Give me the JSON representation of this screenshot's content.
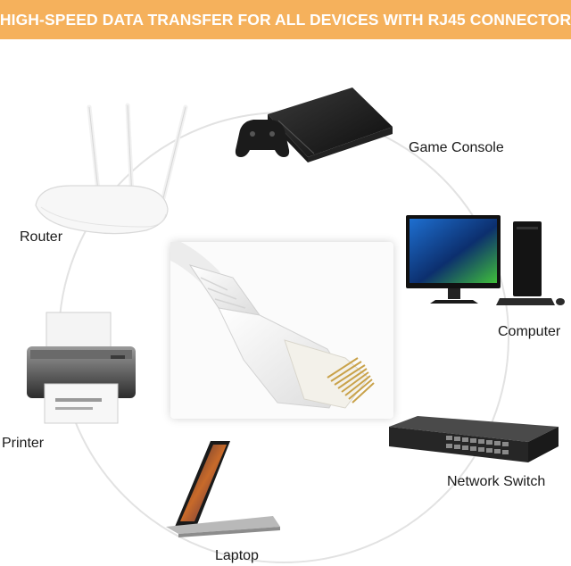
{
  "banner": {
    "title": "HIGH-SPEED DATA TRANSFER FOR ALL DEVICES WITH RJ45 CONNECTOR"
  },
  "devices": {
    "game_console": "Game Console",
    "router": "Router",
    "computer": "Computer",
    "printer": "Printer",
    "network_switch": "Network Switch",
    "laptop": "Laptop"
  },
  "colors": {
    "banner_bg": "#f5b15c",
    "banner_text": "#ffffff",
    "ring": "#e2e2e2"
  },
  "icons": [
    "ethernet-cable-plug",
    "game-console-icon",
    "controller-icon",
    "router-icon",
    "monitor-icon",
    "pc-tower-icon",
    "keyboard-icon",
    "mouse-icon",
    "printer-icon",
    "network-switch-icon",
    "laptop-icon"
  ]
}
